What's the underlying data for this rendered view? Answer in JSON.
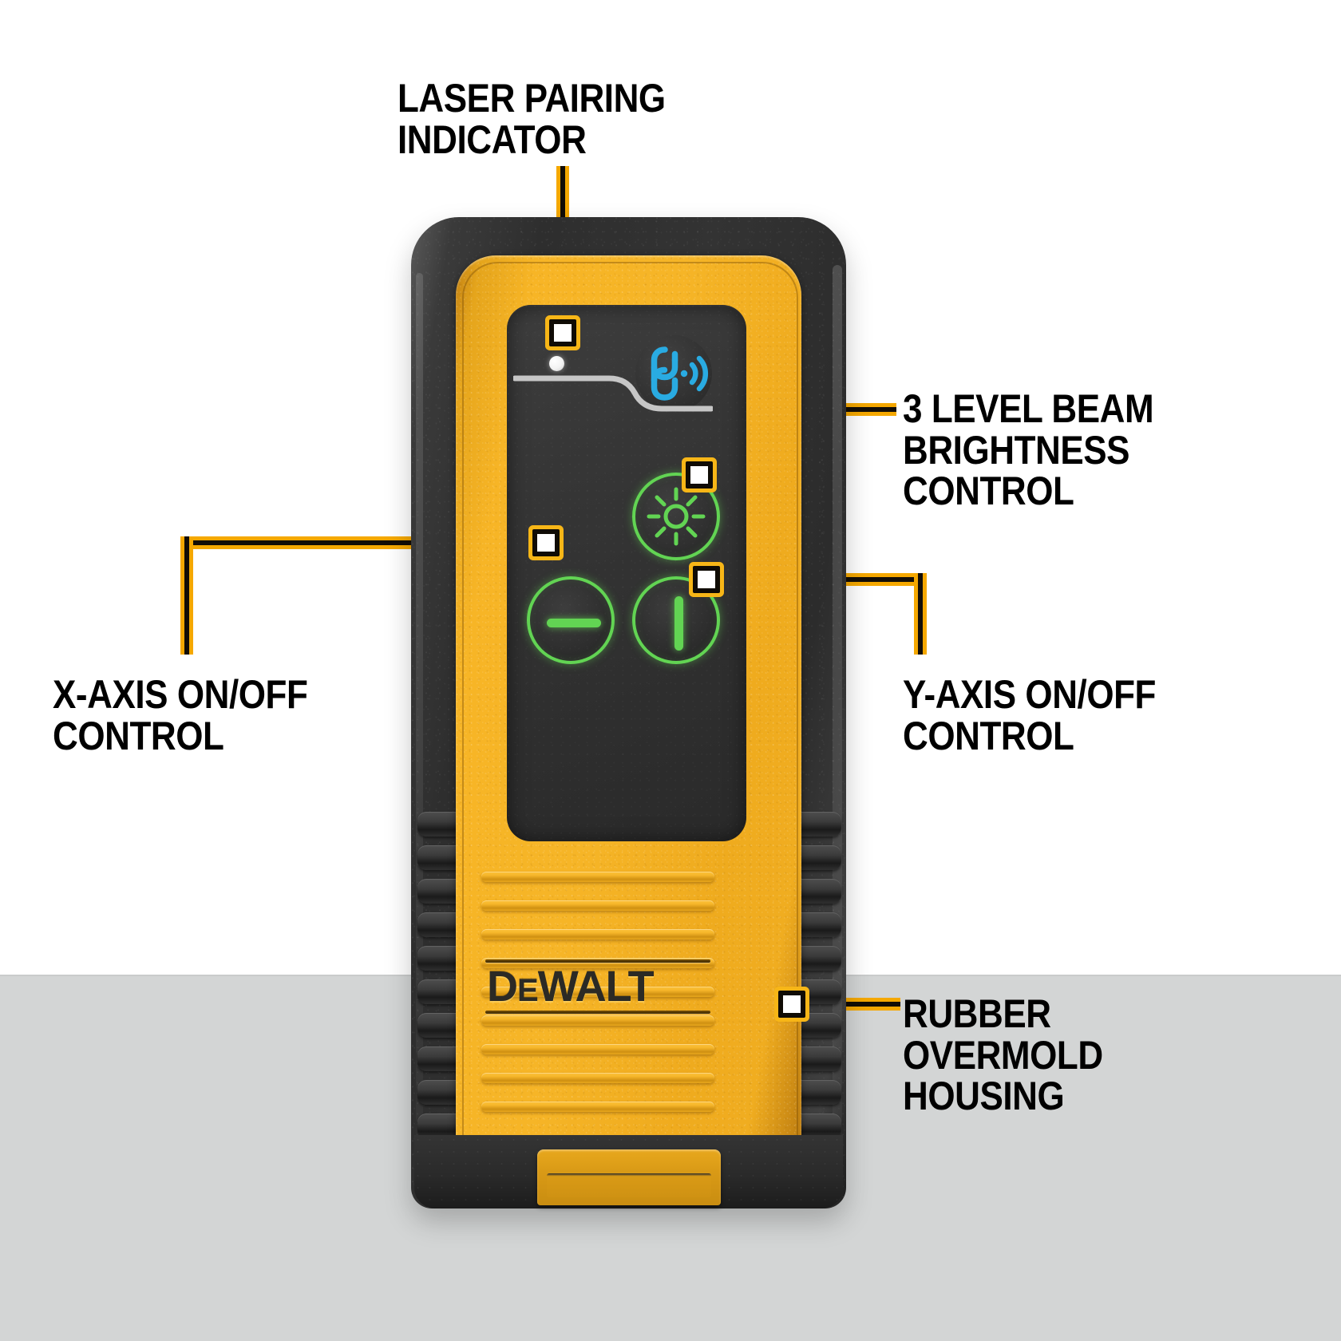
{
  "page": {
    "title": "DEWALT Laser Detector Remote — Feature Callout Diagram",
    "background_top": "#ffffff",
    "background_bottom": "#d3d5d5"
  },
  "colors": {
    "accent_yellow": "#f5a800",
    "leader_core": "#120d06",
    "body_yellow": "#f6b527",
    "shell_black": "#303030",
    "button_green": "#62d453",
    "pairing_blue": "#29abe2",
    "label_black": "#000000",
    "marker_fill": "#ffffff"
  },
  "callouts": [
    {
      "id": "laser-pairing-indicator",
      "label": "LASER PAIRING\nINDICATOR",
      "marker": "white-square-marker",
      "position": "top"
    },
    {
      "id": "beam-brightness-control",
      "label": "3 LEVEL BEAM\nBRIGHTNESS\nCONTROL",
      "marker": "white-square-marker",
      "position": "right"
    },
    {
      "id": "x-axis-control",
      "label": "X-AXIS ON/OFF\nCONTROL",
      "marker": "white-square-marker",
      "position": "left"
    },
    {
      "id": "y-axis-control",
      "label": "Y-AXIS ON/OFF\nCONTROL",
      "marker": "white-square-marker",
      "position": "right"
    },
    {
      "id": "rubber-overmold-housing",
      "label": "RUBBER\nOVERMOLD\nHOUSING",
      "marker": "white-square-marker",
      "position": "right-bottom"
    }
  ],
  "device": {
    "brand": "DeWALT",
    "brand_de": "D",
    "brand_e": "E",
    "brand_walt": "WALT",
    "indicators": {
      "led": "laser-pairing-led",
      "pairing_icon": "bluetooth-link-signal-icon"
    },
    "buttons": [
      {
        "id": "brightness-button",
        "icon": "sun-brightness-icon"
      },
      {
        "id": "x-axis-button",
        "icon": "horizontal-line-icon"
      },
      {
        "id": "y-axis-button",
        "icon": "vertical-line-icon"
      }
    ]
  }
}
